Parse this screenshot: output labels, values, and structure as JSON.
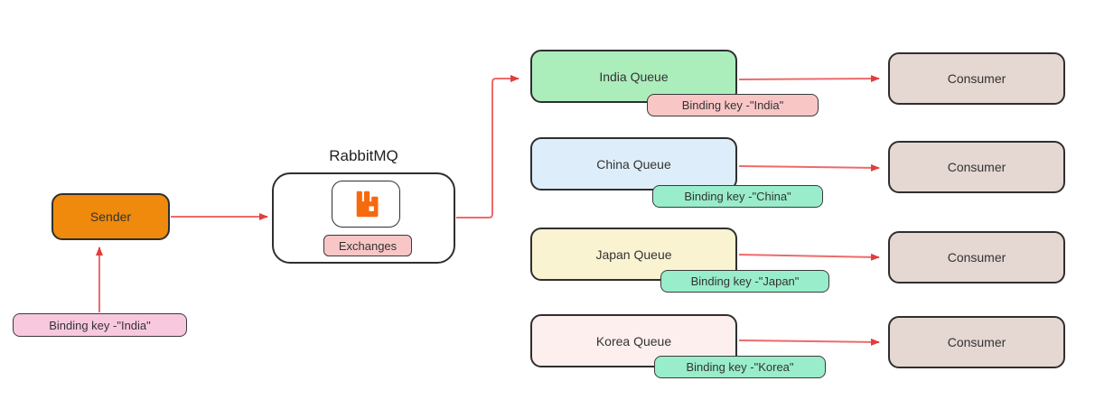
{
  "diagram": {
    "broker": {
      "title": "RabbitMQ",
      "exchanges_label": "Exchanges",
      "logo_icon": "rabbitmq-logo-icon"
    },
    "sender": {
      "label": "Sender",
      "binding_label": "Binding key -\"India\""
    },
    "queues": [
      {
        "label": "India Queue",
        "binding_label": "Binding key -\"India\"",
        "fill": "#ACEDBC",
        "binding_fill": "#F9C6C6",
        "consumer_label": "Consumer"
      },
      {
        "label": "China Queue",
        "binding_label": "Binding key -\"China\"",
        "fill": "#DDEEFA",
        "binding_fill": "#99EDCB",
        "consumer_label": "Consumer"
      },
      {
        "label": "Japan Queue",
        "binding_label": "Binding key -\"Japan\"",
        "fill": "#FAF3D2",
        "binding_fill": "#99EDCB",
        "consumer_label": "Consumer"
      },
      {
        "label": "Korea Queue",
        "binding_label": "Binding key -\"Korea\"",
        "fill": "#FCEFEE",
        "binding_fill": "#99EDCB",
        "consumer_label": "Consumer"
      }
    ],
    "colors": {
      "sender_fill": "#EF8A0C",
      "consumer_fill": "#E5D7D2",
      "sender_binding_fill": "#F8C8DF",
      "exchanges_fill": "#F9C6C6",
      "arrow_line": "#EC6B6B",
      "arrow_head": "#E23D3D",
      "border": "#2F2F2F",
      "logo_orange": "#F56A0F"
    }
  }
}
